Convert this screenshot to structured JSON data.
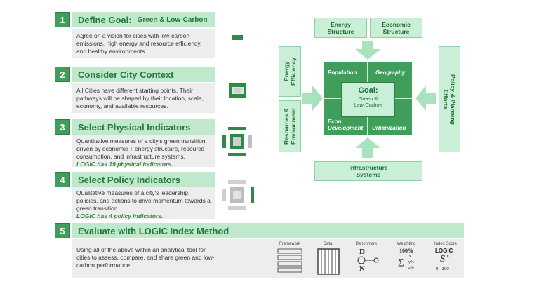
{
  "steps": [
    {
      "num": "1",
      "title": "Define Goal:",
      "title_suffix": "Green & Low-Carbon",
      "desc": "Agree on a vision for cities with low-carbon emissions, high energy and resource efficiency, and healthy environments",
      "note": ""
    },
    {
      "num": "2",
      "title": "Consider City Context",
      "title_suffix": "",
      "desc": "All Cities have different starting points.  Their pathways will be shaped by their location, scale, economy, and available resources.",
      "note": ""
    },
    {
      "num": "3",
      "title": "Select Physical Indicators",
      "title_suffix": "",
      "desc": "Quantitative measures of a city's green transition; driven by economic + energy structure, resource consumption, and infrastructure systems.",
      "note": "LOGIC has 19 physical indicators."
    },
    {
      "num": "4",
      "title": "Select Policy Indicators",
      "title_suffix": "",
      "desc": "Qualitative measures of a city's leadership, policies, and actions to drive momentum towards a green transition.",
      "note": "LOGIC has 4 policy indicators."
    },
    {
      "num": "5",
      "title": "Evaluate with LOGIC Index Method",
      "title_suffix": "",
      "desc": "Using all of the above within an analytical tool for cities to assess, compare, and share green and low-carbon performance.",
      "note": ""
    }
  ],
  "diagram": {
    "energy_structure": "Energy Structure",
    "economic_structure": "Economic Structure",
    "energy_efficiency": "Energy Efficiency",
    "resources_environment": "Resources & Environment",
    "policy_efforts": "Policy & Planning Efforts",
    "infrastructure": "Infrastructure Systems",
    "population": "Population",
    "geography": "Geography",
    "econ_development": "Econ. Development",
    "urbanization": "Urbanization",
    "goal_title": "Goal:",
    "goal_sub": "Green & Low-Carbon"
  },
  "tools": {
    "framework": "Framework",
    "data": "Data",
    "benchmark": "Benchmark",
    "weighting": "Weighting",
    "index_score": "Index Score",
    "bench_d": "D",
    "bench_n": "N",
    "weight_pct": "100%",
    "weight_sum": "∑",
    "weight_terms": [
      "y%",
      "z%"
    ],
    "weight_x": "x",
    "logic": "LOGIC",
    "score_sym": "S",
    "score_sup": "c",
    "score_range": "0 - 100"
  },
  "colors": {
    "accent": "#3f9e5a",
    "light": "#c9efd6",
    "header": "#bfe8cc",
    "panel": "#ededed"
  },
  "icons": [
    "green-bar-icon",
    "city-context-icon",
    "physical-indicators-icon",
    "policy-indicators-icon"
  ]
}
